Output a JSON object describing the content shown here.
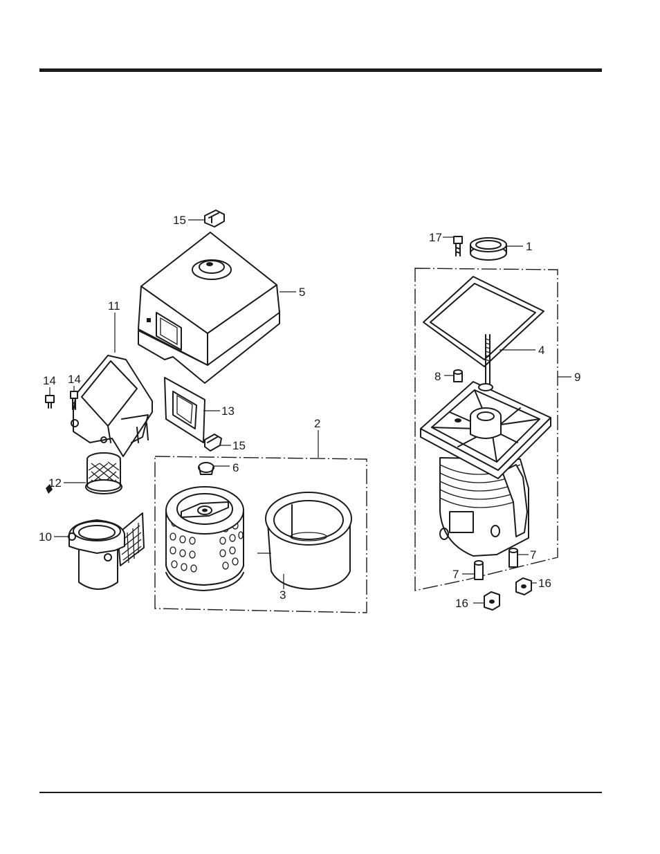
{
  "callouts": [
    {
      "id": "c1",
      "text": "1"
    },
    {
      "id": "c2",
      "text": "2"
    },
    {
      "id": "c3",
      "text": "3"
    },
    {
      "id": "c4",
      "text": "4"
    },
    {
      "id": "c5",
      "text": "5"
    },
    {
      "id": "c6",
      "text": "6"
    },
    {
      "id": "c7a",
      "text": "7"
    },
    {
      "id": "c7b",
      "text": "7"
    },
    {
      "id": "c8",
      "text": "8"
    },
    {
      "id": "c9",
      "text": "9"
    },
    {
      "id": "c10",
      "text": "10"
    },
    {
      "id": "c11",
      "text": "11"
    },
    {
      "id": "c12",
      "text": "12"
    },
    {
      "id": "c13",
      "text": "13"
    },
    {
      "id": "c14a",
      "text": "14"
    },
    {
      "id": "c14b",
      "text": "14"
    },
    {
      "id": "c15a",
      "text": "15"
    },
    {
      "id": "c15b",
      "text": "15"
    },
    {
      "id": "c16a",
      "text": "16"
    },
    {
      "id": "c16b",
      "text": "16"
    },
    {
      "id": "c17",
      "text": "17"
    }
  ]
}
